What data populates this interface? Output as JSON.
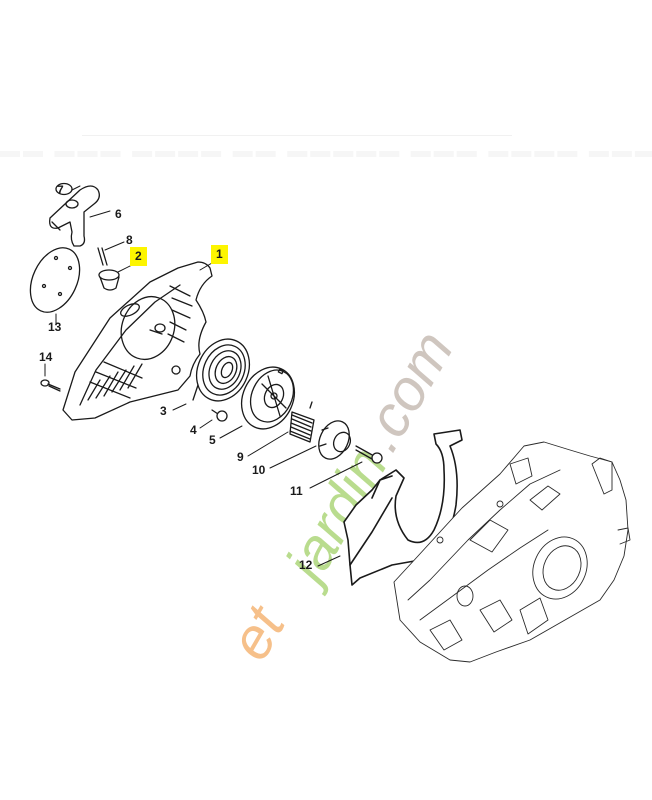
{
  "diagram": {
    "type": "exploded-parts-diagram",
    "subject": "chainsaw rewind starter assembly",
    "highlight_color": "#fdf500",
    "line_color": "#1a1a1a",
    "callouts": [
      {
        "id": "1",
        "label": "1",
        "highlighted": true,
        "part": "fan housing / starter cover"
      },
      {
        "id": "2",
        "label": "2",
        "highlighted": true,
        "part": "rope guide bushing"
      },
      {
        "id": "3",
        "label": "3",
        "highlighted": false,
        "part": "rewind spring"
      },
      {
        "id": "4",
        "label": "4",
        "highlighted": false,
        "part": "screw"
      },
      {
        "id": "5",
        "label": "5",
        "highlighted": false,
        "part": "rope rotor / pulley"
      },
      {
        "id": "6",
        "label": "6",
        "highlighted": false,
        "part": "starter grip"
      },
      {
        "id": "7",
        "label": "7",
        "highlighted": false,
        "part": "grip cap"
      },
      {
        "id": "8",
        "label": "8",
        "highlighted": false,
        "part": "starter rope"
      },
      {
        "id": "9",
        "label": "9",
        "highlighted": false,
        "part": "spring"
      },
      {
        "id": "10",
        "label": "10",
        "highlighted": false,
        "part": "pawl carrier"
      },
      {
        "id": "11",
        "label": "11",
        "highlighted": false,
        "part": "screw"
      },
      {
        "id": "12",
        "label": "12",
        "highlighted": false,
        "part": "air guide shroud"
      },
      {
        "id": "13",
        "label": "13",
        "highlighted": false,
        "part": "cover plate"
      },
      {
        "id": "14",
        "label": "14",
        "highlighted": false,
        "part": "screw"
      }
    ]
  },
  "watermark": {
    "part1": "et",
    "part2": "jardin",
    "part3": ".com",
    "colors": {
      "part1": "#f6c08a",
      "part2": "#b9dc8e",
      "part3": "#cfc6bf"
    }
  },
  "faint_header_text": "▬▬ ▬▬▬ ▬▬▬▬ ▬▬ ▬▬▬▬▬ ▬▬▬ ▬▬▬▬ ▬▬▬▬"
}
